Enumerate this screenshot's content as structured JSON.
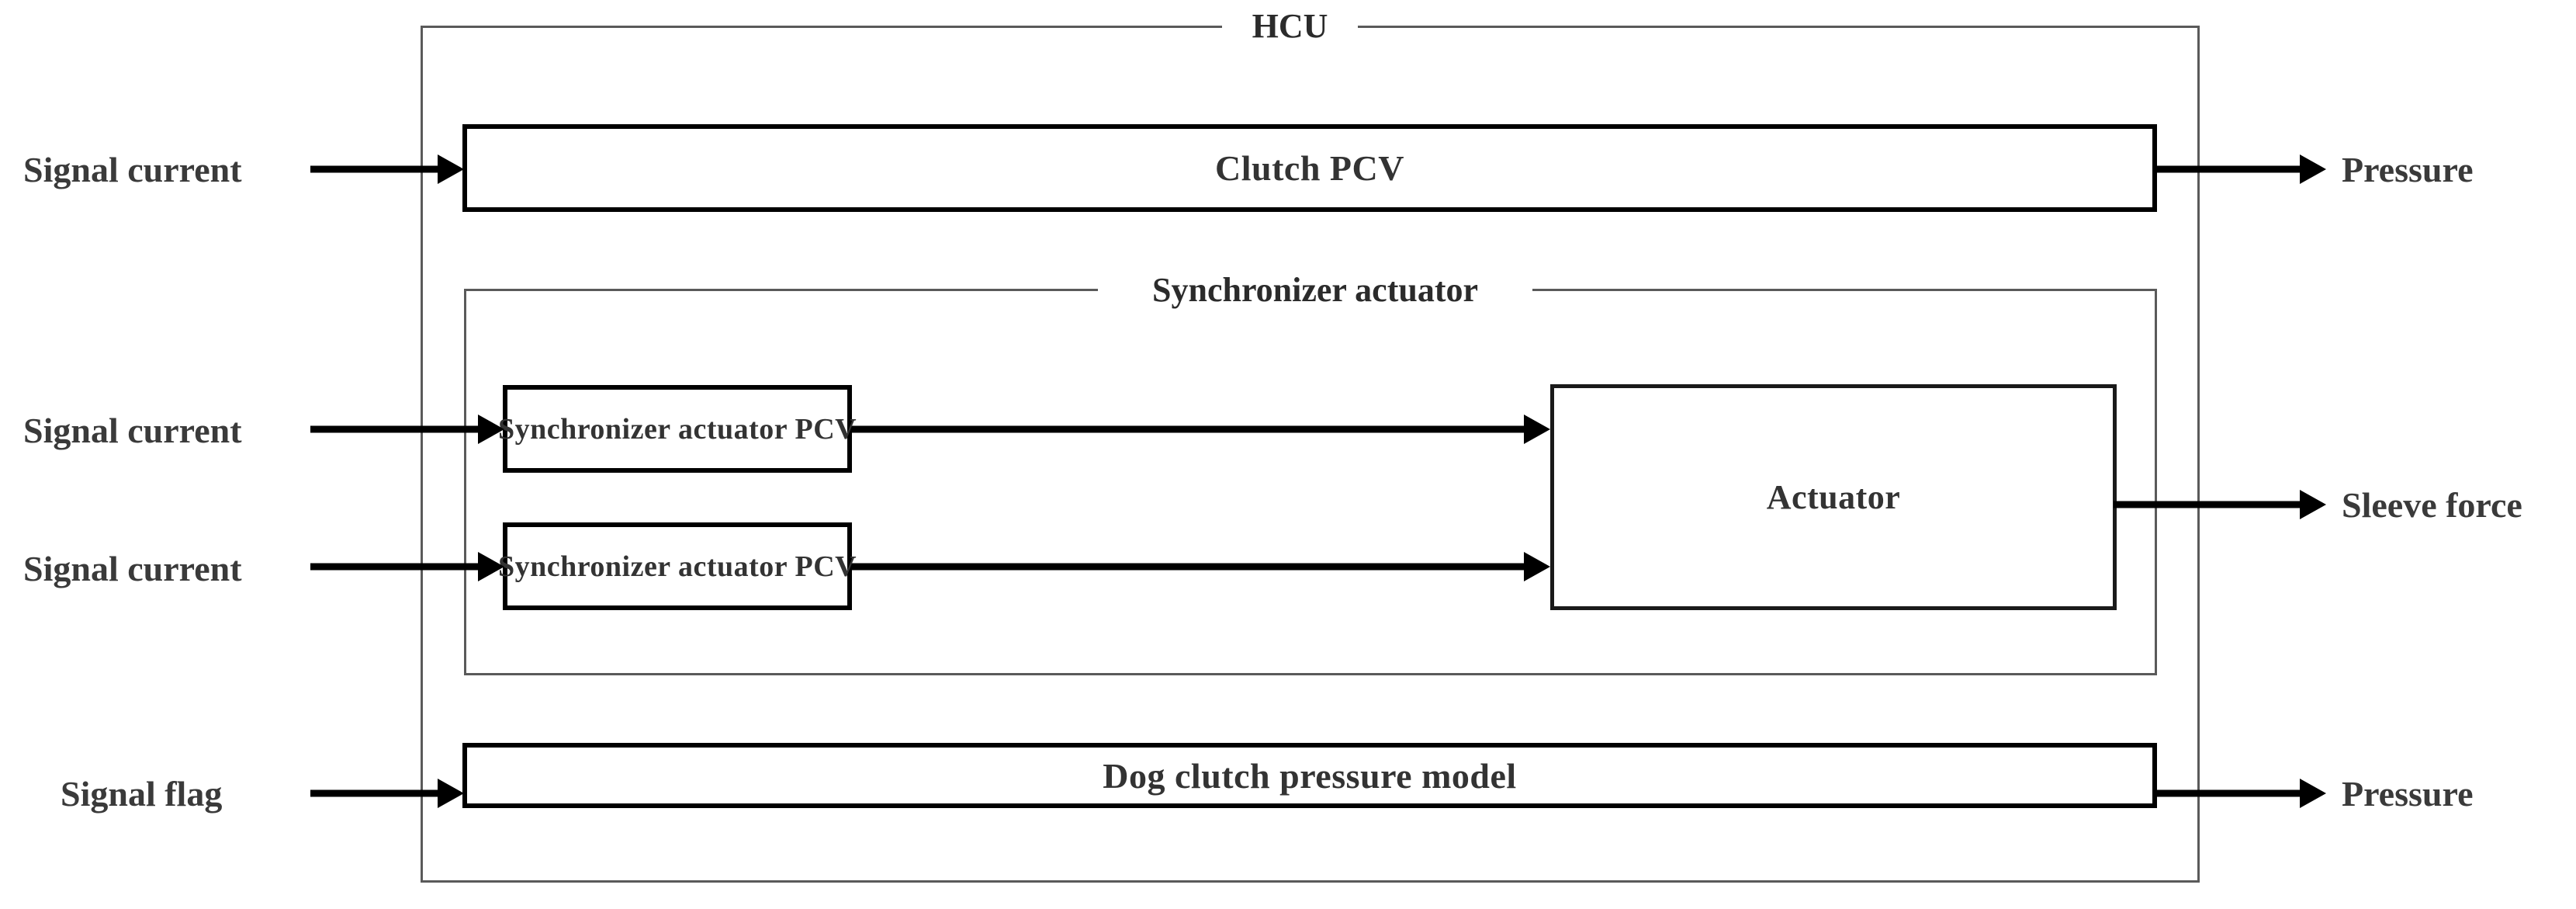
{
  "diagram": {
    "title": "HCU",
    "outer_group": {
      "label": "HCU"
    },
    "inner_group": {
      "label": "Synchronizer actuator"
    },
    "blocks": [
      {
        "id": "clutch-pcv",
        "label": "Clutch PCV"
      },
      {
        "id": "sync-pcv-1",
        "label": "Synchronizer actuator PCV"
      },
      {
        "id": "sync-pcv-2",
        "label": "Synchronizer actuator PCV"
      },
      {
        "id": "actuator",
        "label": "Actuator"
      },
      {
        "id": "dog-clutch-model",
        "label": "Dog clutch pressure model"
      }
    ],
    "inputs": [
      {
        "id": "in-1",
        "label": "Signal current"
      },
      {
        "id": "in-2",
        "label": "Signal current"
      },
      {
        "id": "in-3",
        "label": "Signal current"
      },
      {
        "id": "in-4",
        "label": "Signal flag"
      }
    ],
    "outputs": [
      {
        "id": "out-1",
        "label": "Pressure"
      },
      {
        "id": "out-2",
        "label": "Sleeve force"
      },
      {
        "id": "out-3",
        "label": "Pressure"
      }
    ],
    "colors": {
      "block_border": "#000000",
      "group_border": "#5a5a5a",
      "text": "#333333",
      "background": "#ffffff"
    }
  }
}
